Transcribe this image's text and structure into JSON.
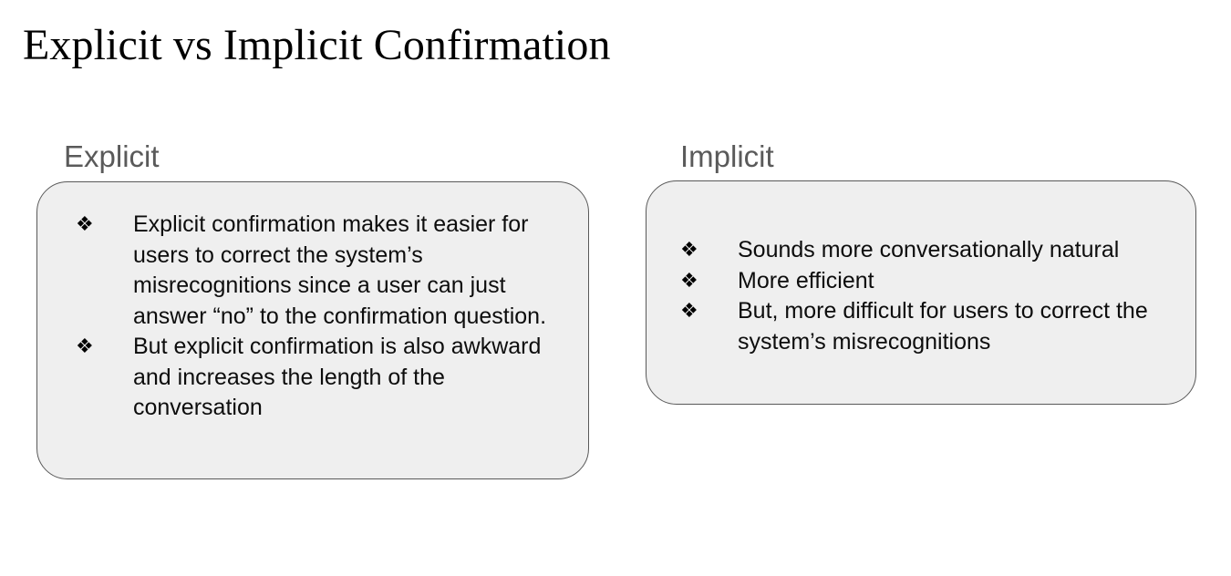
{
  "slide": {
    "title": "Explicit vs Implicit Confirmation",
    "background_color": "#ffffff",
    "heading_color": "#5a5a5a",
    "card_fill_color": "#efefef",
    "card_border_color": "#595959",
    "text_color": "#0d0d0d"
  },
  "columns": [
    {
      "heading": "Explicit",
      "bullet_glyph": "❖",
      "bullets": [
        "Explicit confirmation makes it easier for users to correct the system’s misrecognitions since a user can just answer “no” to the confirmation question.",
        "But explicit confirmation is also awkward and increases the length of the conversation"
      ]
    },
    {
      "heading": "Implicit",
      "bullet_glyph": "❖",
      "bullets": [
        "Sounds more conversationally natural",
        "More efficient",
        "But, more difficult for users to correct the system’s misrecognitions"
      ]
    }
  ]
}
